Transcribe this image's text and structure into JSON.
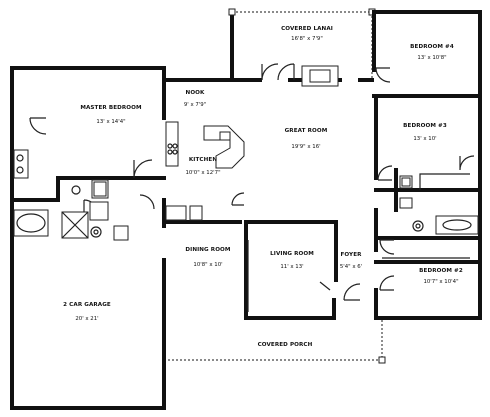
{
  "rooms": {
    "covered_lanai": {
      "name": "COVERED LANAI",
      "dims": "16'8\" x 7'9\""
    },
    "bedroom4": {
      "name": "BEDROOM #4",
      "dims": "13' x 10'8\""
    },
    "nook": {
      "name": "NOOK",
      "dims": "9' x 7'9\""
    },
    "master_bedroom": {
      "name": "MASTER BEDROOM",
      "dims": "13' x 14'4\""
    },
    "great_room": {
      "name": "GREAT ROOM",
      "dims": "19'9\" x 16'"
    },
    "bedroom3": {
      "name": "BEDROOM #3",
      "dims": "13' x 10'"
    },
    "kitchen": {
      "name": "KITCHEN",
      "dims": "10'0\" x 12'7\""
    },
    "dining_room": {
      "name": "DINING ROOM",
      "dims": "10'8\" x 10'"
    },
    "living_room": {
      "name": "LIVING ROOM",
      "dims": "11' x 13'"
    },
    "foyer": {
      "name": "FOYER",
      "dims": "5'4\" x 6'"
    },
    "bedroom2": {
      "name": "BEDROOM #2",
      "dims": "10'7\" x 10'4\""
    },
    "garage": {
      "name": "2 CAR GARAGE",
      "dims": "20' x 21'"
    },
    "covered_porch": {
      "name": "COVERED PORCH"
    }
  }
}
